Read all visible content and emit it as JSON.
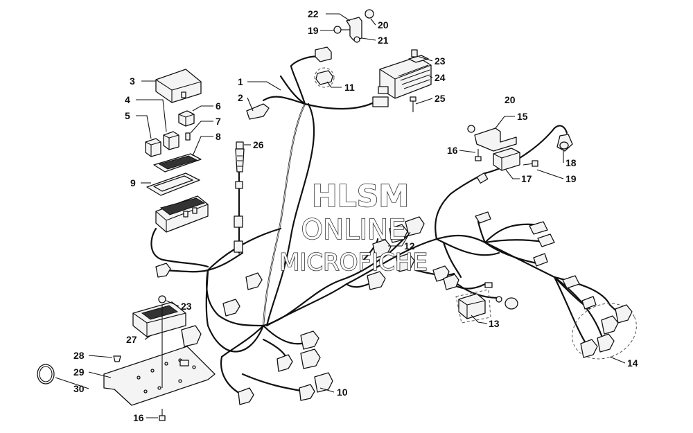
{
  "watermark": {
    "line1": "HLSM",
    "line2": "ONLINE",
    "line3": "MICROFICHE"
  },
  "callouts": {
    "c1": "1",
    "c2": "2",
    "c3": "3",
    "c4": "4",
    "c5": "5",
    "c6": "6",
    "c7": "7",
    "c8": "8",
    "c9": "9",
    "c10": "10",
    "c11": "11",
    "c12": "12",
    "c13": "13",
    "c14": "14",
    "c15": "15",
    "c16a": "16",
    "c16b": "16",
    "c17": "17",
    "c18": "18",
    "c19a": "19",
    "c19b": "19",
    "c20a": "20",
    "c20b": "20",
    "c21": "21",
    "c22": "22",
    "c23a": "23",
    "c23b": "23",
    "c24": "24",
    "c25": "25",
    "c26": "26",
    "c27": "27",
    "c28": "28",
    "c29": "29",
    "c30": "30"
  }
}
